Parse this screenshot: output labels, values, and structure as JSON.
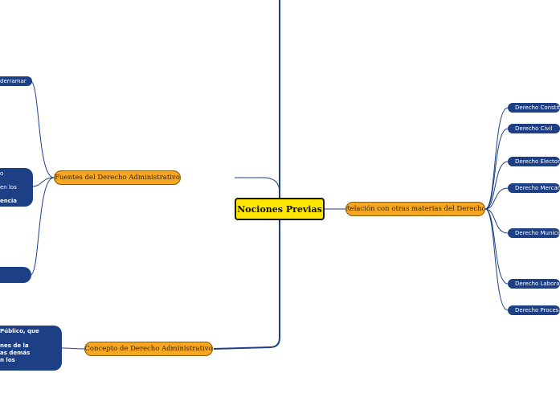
{
  "central": {
    "label": "Nociones Previas"
  },
  "left_branches": [
    {
      "label": "Fuentes del Derecho Administrativo",
      "children": [
        {
          "lines": [
            "derramar"
          ]
        },
        {
          "lines": [
            "o",
            "en los",
            "encia"
          ]
        },
        {
          "lines": []
        }
      ]
    },
    {
      "label": "Concepto de Derecho Administrativo",
      "children": [
        {
          "lines": [
            "Público, que",
            "",
            "nes de la",
            "as demás",
            "n los"
          ]
        }
      ]
    }
  ],
  "right_branch": {
    "label": "Relación con otras materias del Derecho",
    "children": [
      "Derecho Constit",
      "Derecho Civil",
      "Derecho Elector",
      "Derecho Mercan",
      "Derecho Municip",
      "Derecho Laboral",
      "Derecho Procesa"
    ]
  },
  "colors": {
    "connector": "#1d3f86",
    "branch_fill": "#f5a623",
    "central_fill": "#ffe600",
    "leaf_fill": "#1d3f86"
  }
}
